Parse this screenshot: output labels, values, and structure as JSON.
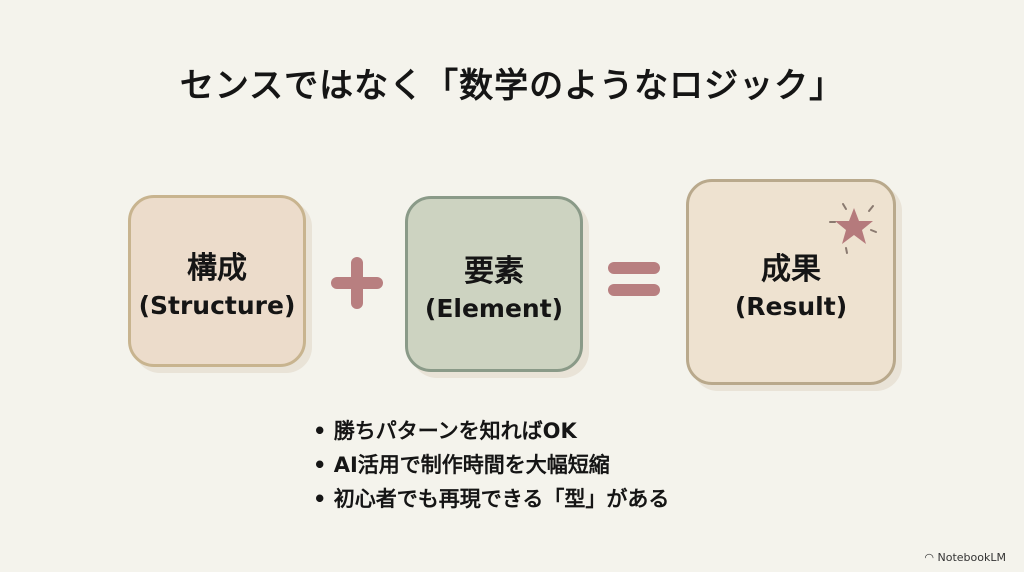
{
  "title": "センスではなく「数学のようなロジック」",
  "boxes": [
    {
      "jp": "構成",
      "en": "(Structure)",
      "fill": "#ecdccb"
    },
    {
      "jp": "要素",
      "en": "(Element)",
      "fill": "#cdd3c1"
    },
    {
      "jp": "成果",
      "en": "(Result)",
      "fill": "#eee2d0"
    }
  ],
  "operators": {
    "plus": "+",
    "equals": "=",
    "color": "#b87f80"
  },
  "bullets": [
    "勝ちパターンを知ればOK",
    "AI活用で制作時間を大幅短縮",
    "初心者でも再現できる「型」がある"
  ],
  "footer": "NotebookLM"
}
